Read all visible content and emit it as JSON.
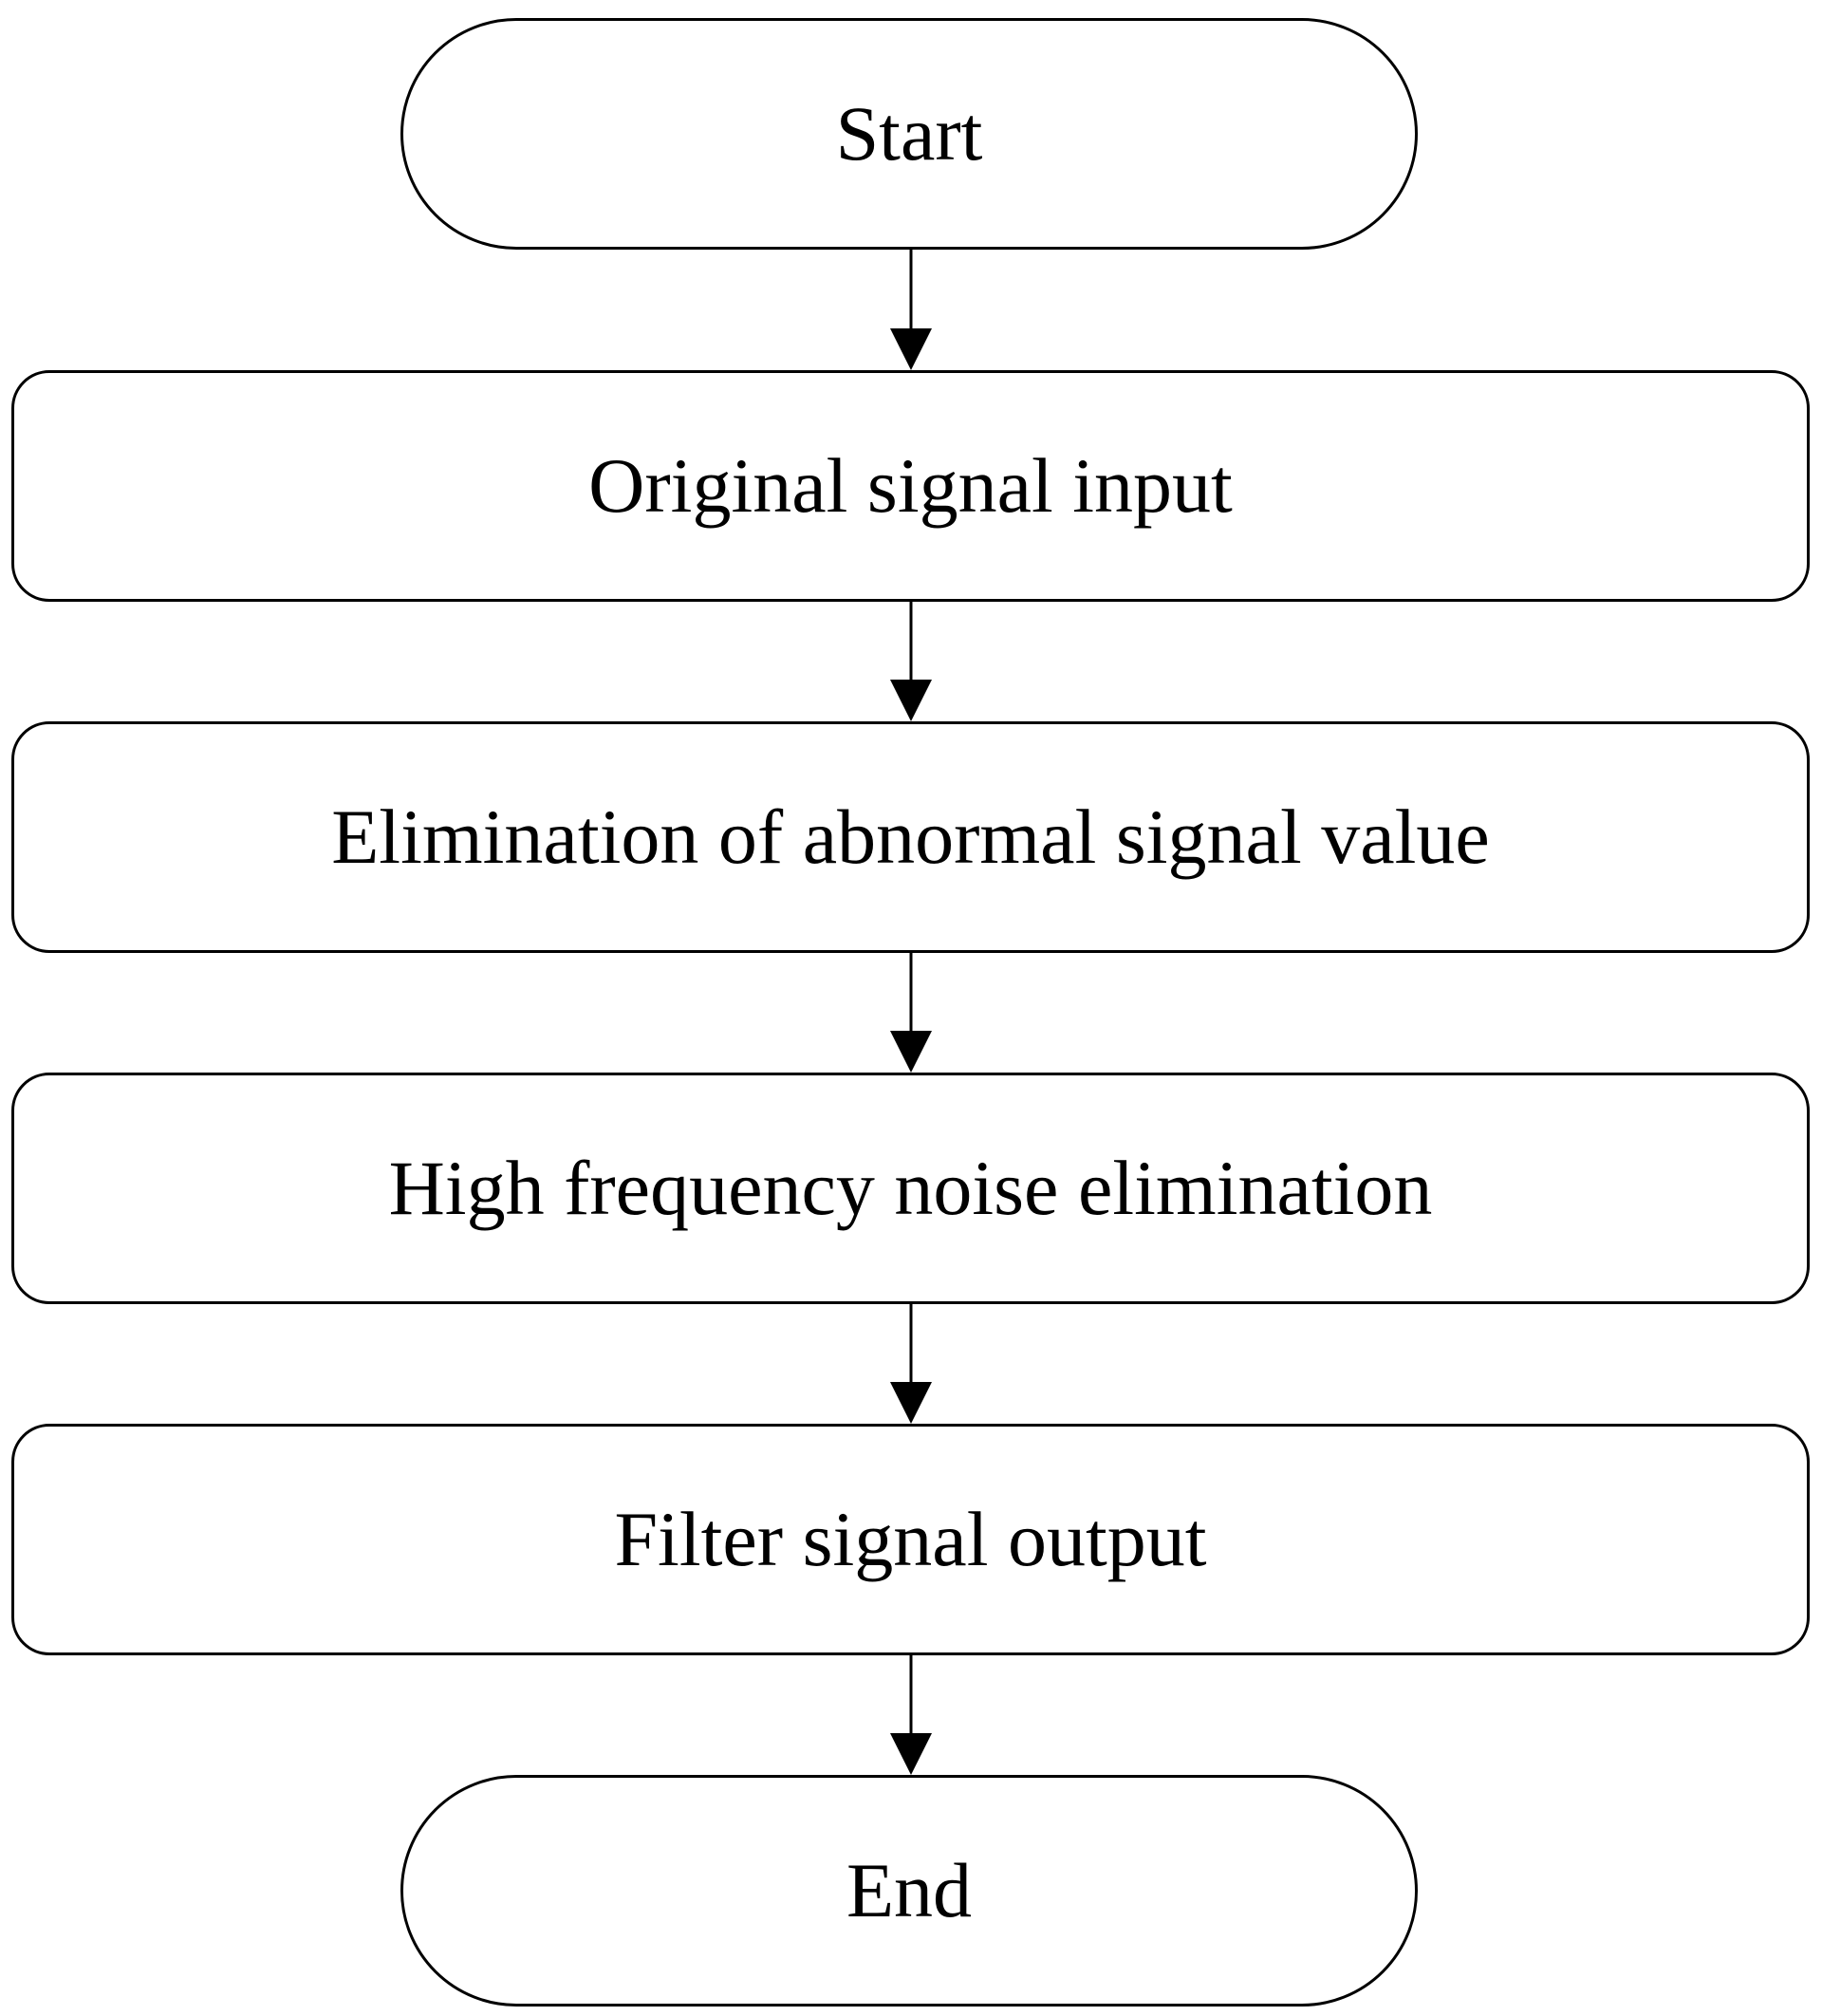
{
  "diagram": {
    "start_label": "Start",
    "steps": [
      {
        "label": "Original signal input"
      },
      {
        "label": "Elimination of abnormal signal value"
      },
      {
        "label": "High frequency noise elimination"
      },
      {
        "label": "Filter signal output"
      }
    ],
    "end_label": "End",
    "colors": {
      "stroke": "#000000",
      "fill": "#ffffff",
      "text": "#000000"
    }
  }
}
